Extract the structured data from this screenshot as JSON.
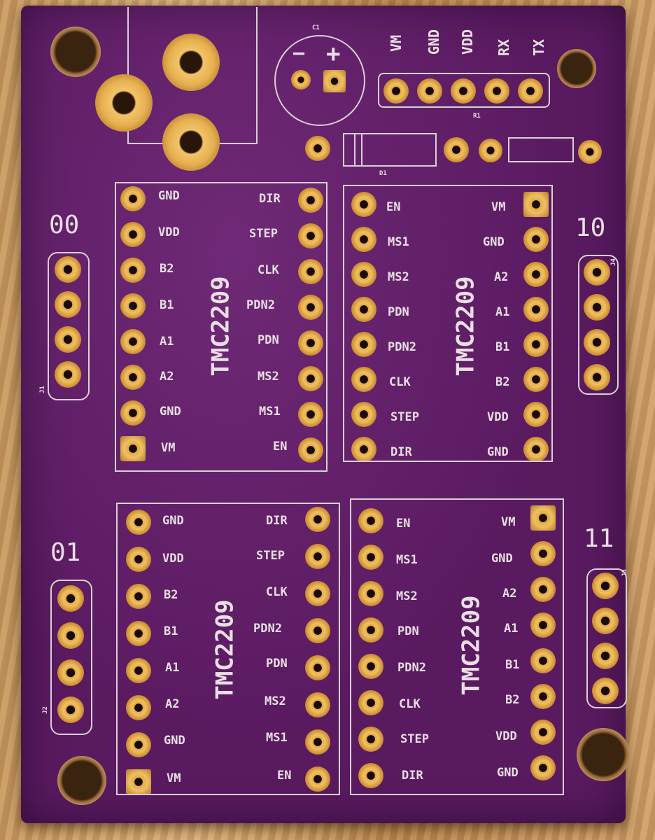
{
  "capacitor": {
    "ref": "C1",
    "minus": "−",
    "plus": "+"
  },
  "header_top": [
    "VM",
    "GND",
    "VDD",
    "RX",
    "TX"
  ],
  "refs": {
    "r1": "R1",
    "d1": "D1",
    "j1": "J1",
    "j2": "J2",
    "j3": "J3",
    "j4": "J4"
  },
  "connectors": {
    "c00": "00",
    "c01": "01",
    "c10": "10",
    "c11": "11"
  },
  "chip_label": "TMC2209",
  "left_module": {
    "left_pins": [
      "GND",
      "VDD",
      "B2",
      "B1",
      "A1",
      "A2",
      "GND",
      "VM"
    ],
    "right_pins": [
      "DIR",
      "STEP",
      "CLK",
      "PDN2",
      "PDN",
      "MS2",
      "MS1",
      "EN"
    ]
  },
  "right_module": {
    "left_pins": [
      "EN",
      "MS1",
      "MS2",
      "PDN",
      "PDN2",
      "CLK",
      "STEP",
      "DIR"
    ],
    "right_pins": [
      "VM",
      "GND",
      "A2",
      "A1",
      "B1",
      "B2",
      "VDD",
      "GND"
    ]
  }
}
